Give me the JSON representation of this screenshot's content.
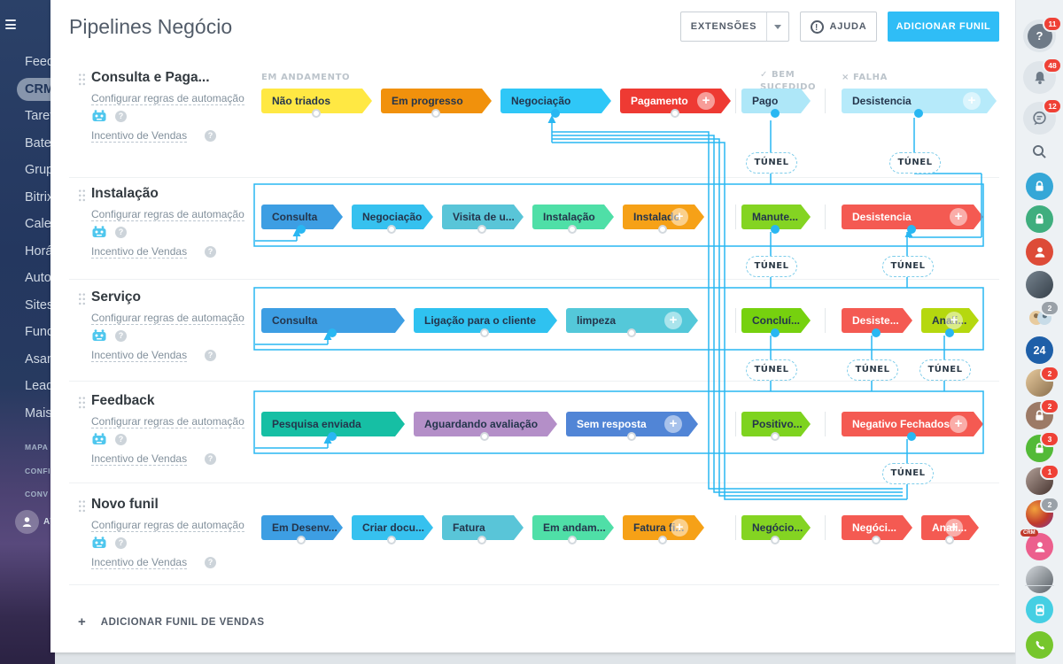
{
  "header": {
    "title": "Pipelines Negócio",
    "extensions_label": "EXTENSÕES",
    "help_label": "AJUDA",
    "add_funnel_label": "ADICIONAR FUNIL"
  },
  "footer": {
    "add_sales_funnel_label": "ADICIONAR FUNIL DE VENDAS"
  },
  "icons": {
    "close": "×",
    "plus": "+",
    "question": "?",
    "exclaim": "!",
    "check": "✓",
    "cross": "×"
  },
  "colors": {
    "accent": "#2fbdf6",
    "connector": "#29b7f2",
    "badge_red": "#ef4136"
  },
  "columns": {
    "in_progress": "EM ANDAMENTO",
    "success_mark": "✓",
    "success_line1": "BEM",
    "success_line2": "SUCEDIDO",
    "failure_mark": "×",
    "failure": "FALHA"
  },
  "pipeline_common": {
    "automation_link": "Configurar regras de automação",
    "sales_boost_link": "Incentivo de Vendas",
    "tunnel_label": "TÚNEL"
  },
  "left_sidebar": {
    "items": [
      {
        "label": "Feed"
      },
      {
        "label": "CRM",
        "active": true
      },
      {
        "label": "Taref"
      },
      {
        "label": "Bate"
      },
      {
        "label": "Grup"
      },
      {
        "label": "Bitrix"
      },
      {
        "label": "Cale"
      },
      {
        "label": "Horá"
      },
      {
        "label": "Auto"
      },
      {
        "label": "Sites"
      },
      {
        "label": "Fund"
      },
      {
        "label": "Asan"
      },
      {
        "label": "Lead"
      },
      {
        "label": "Mais"
      }
    ],
    "footer_items": [
      {
        "label": "MAPA"
      },
      {
        "label": "CONFI"
      },
      {
        "label": "CONV"
      }
    ],
    "profile_label": "AT"
  },
  "pipelines": [
    {
      "name": "Consulta e Paga...",
      "stages": [
        {
          "label": "Não triados",
          "color": "#ffe843",
          "text": "dark",
          "dot": "plain"
        },
        {
          "label": "Em progresso",
          "color": "#f1910c",
          "text": "dark",
          "dot": "plain"
        },
        {
          "label": "Negociação",
          "color": "#2fc7f7",
          "text": "dark",
          "dot": "active"
        },
        {
          "label": "Pagamento",
          "color": "#ee3a33",
          "text": "light",
          "plus": true,
          "dot": "plain"
        }
      ],
      "success": [
        {
          "label": "Pago",
          "color": "#aee7f8",
          "text": "dark",
          "dot": "active"
        }
      ],
      "failure": [
        {
          "label": "Desistencia",
          "color": "#b6eafa",
          "text": "dark",
          "plus": true,
          "dot": "active"
        }
      ]
    },
    {
      "name": "Instalação",
      "stages": [
        {
          "label": "Consulta",
          "color": "#3d9ee3",
          "text": "dark",
          "dot": "active"
        },
        {
          "label": "Negociação",
          "color": "#36c1ef",
          "text": "dark",
          "dot": "plain"
        },
        {
          "label": "Visita de u...",
          "color": "#59c5d8",
          "text": "dark",
          "dot": "plain"
        },
        {
          "label": "Instalação",
          "color": "#4fdfa7",
          "text": "dark",
          "dot": "plain"
        },
        {
          "label": "Instalado",
          "color": "#f6a117",
          "text": "dark",
          "plus": true,
          "dot": "plain"
        }
      ],
      "success": [
        {
          "label": "Manute...",
          "color": "#84d422",
          "text": "dark",
          "dot": "active"
        }
      ],
      "failure": [
        {
          "label": "Desistencia",
          "color": "#f45a52",
          "text": "light",
          "plus": true,
          "dot": "active"
        }
      ]
    },
    {
      "name": "Serviço",
      "stages": [
        {
          "label": "Consulta",
          "color": "#3d9ee3",
          "text": "dark",
          "dot": "active"
        },
        {
          "label": "Ligação para o cliente",
          "color": "#2fc2f0",
          "text": "dark",
          "dot": "plain"
        },
        {
          "label": "limpeza",
          "color": "#54c8d9",
          "text": "dark",
          "plus": true,
          "dot": "plain"
        }
      ],
      "success": [
        {
          "label": "Concluí...",
          "color": "#76d10e",
          "text": "dark",
          "dot": "active"
        }
      ],
      "failure": [
        {
          "label": "Desiste...",
          "color": "#f45a52",
          "text": "light",
          "dot": "active"
        },
        {
          "label": "Anali...",
          "color": "#b5d80f",
          "text": "dark",
          "plus": true,
          "dot": "active"
        }
      ]
    },
    {
      "name": "Feedback",
      "stages": [
        {
          "label": "Pesquisa enviada",
          "color": "#16bfa4",
          "text": "dark",
          "dot": "active"
        },
        {
          "label": "Aguardando avaliação",
          "color": "#b48fc8",
          "text": "dark",
          "dot": "plain"
        },
        {
          "label": "Sem resposta",
          "color": "#5185d6",
          "text": "light",
          "plus": true,
          "dot": "plain"
        }
      ],
      "success": [
        {
          "label": "Positivo...",
          "color": "#7ed31f",
          "text": "dark",
          "dot": "plain"
        }
      ],
      "failure": [
        {
          "label": "Negativo Fechados",
          "color": "#f45a52",
          "text": "light",
          "plus": true,
          "dot": "active"
        }
      ]
    },
    {
      "name": "Novo funil",
      "stages": [
        {
          "label": "Em Desenv...",
          "color": "#3d9ee3",
          "text": "dark",
          "dot": "plain"
        },
        {
          "label": "Criar docu...",
          "color": "#36c1ef",
          "text": "dark",
          "dot": "plain"
        },
        {
          "label": "Fatura",
          "color": "#59c5d8",
          "text": "dark",
          "dot": "plain"
        },
        {
          "label": "Em andam...",
          "color": "#4fdfa7",
          "text": "dark",
          "dot": "plain"
        },
        {
          "label": "Fatura fi...",
          "color": "#f6a117",
          "text": "dark",
          "plus": true,
          "dot": "plain"
        }
      ],
      "success": [
        {
          "label": "Negócio...",
          "color": "#84d422",
          "text": "dark",
          "dot": "plain"
        }
      ],
      "failure": [
        {
          "label": "Negóci...",
          "color": "#f45a52",
          "text": "light",
          "dot": "plain"
        },
        {
          "label": "Anali...",
          "color": "#f45a52",
          "text": "light",
          "plus": true,
          "dot": "plain"
        }
      ]
    }
  ],
  "right_rail": {
    "items": [
      {
        "icon": "help",
        "badge": "11"
      },
      {
        "icon": "bell",
        "badge": "48"
      },
      {
        "icon": "chat",
        "badge": "12"
      },
      {
        "icon": "search"
      },
      {
        "icon": "lock",
        "color": "#35a7d7"
      },
      {
        "icon": "lock",
        "color": "#3fae7e"
      },
      {
        "icon": "person",
        "color": "#dd4b38"
      },
      {
        "icon": "photo",
        "photo": "man"
      },
      {
        "icon": "group",
        "badge": "2",
        "badge_muted": true
      },
      {
        "icon": "number",
        "label": "24",
        "color": "#1e5fa8"
      },
      {
        "icon": "photo",
        "photo": "woman-blonde",
        "badge": "2"
      },
      {
        "icon": "lock",
        "color": "#9c7a66",
        "badge": "2"
      },
      {
        "icon": "lock",
        "color": "#53ba37",
        "badge": "3"
      },
      {
        "icon": "photo",
        "photo": "woman-dark",
        "badge": "1"
      },
      {
        "icon": "photo",
        "photo": "flowers",
        "badge": "2",
        "badge_muted": true
      },
      {
        "icon": "person",
        "color": "#ec5f8d",
        "tag": "CRM"
      },
      {
        "icon": "photo",
        "photo": "mono"
      },
      {
        "icon": "device",
        "color": "#45cfe3"
      },
      {
        "icon": "phone",
        "color": "#76c62d"
      }
    ]
  }
}
